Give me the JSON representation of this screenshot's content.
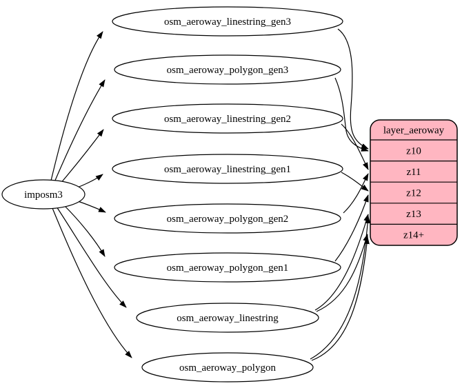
{
  "diagram": {
    "source": {
      "label": "imposm3"
    },
    "tables": [
      {
        "label": "osm_aeroway_linestring_gen3"
      },
      {
        "label": "osm_aeroway_polygon_gen3"
      },
      {
        "label": "osm_aeroway_linestring_gen2"
      },
      {
        "label": "osm_aeroway_linestring_gen1"
      },
      {
        "label": "osm_aeroway_polygon_gen2"
      },
      {
        "label": "osm_aeroway_polygon_gen1"
      },
      {
        "label": "osm_aeroway_linestring"
      },
      {
        "label": "osm_aeroway_polygon"
      }
    ],
    "layer": {
      "title": "layer_aeroway",
      "rows": [
        "z10",
        "z11",
        "z12",
        "z13",
        "z14+"
      ]
    },
    "edges": [
      {
        "from": "imposm3",
        "to": "osm_aeroway_linestring_gen3"
      },
      {
        "from": "imposm3",
        "to": "osm_aeroway_polygon_gen3"
      },
      {
        "from": "imposm3",
        "to": "osm_aeroway_linestring_gen2"
      },
      {
        "from": "imposm3",
        "to": "osm_aeroway_linestring_gen1"
      },
      {
        "from": "imposm3",
        "to": "osm_aeroway_polygon_gen2"
      },
      {
        "from": "imposm3",
        "to": "osm_aeroway_polygon_gen1"
      },
      {
        "from": "imposm3",
        "to": "osm_aeroway_linestring"
      },
      {
        "from": "imposm3",
        "to": "osm_aeroway_polygon"
      },
      {
        "from": "osm_aeroway_linestring_gen3",
        "to": "layer_aeroway:z10"
      },
      {
        "from": "osm_aeroway_polygon_gen3",
        "to": "layer_aeroway:z10"
      },
      {
        "from": "osm_aeroway_linestring_gen2",
        "to": "layer_aeroway:z11"
      },
      {
        "from": "osm_aeroway_polygon_gen2",
        "to": "layer_aeroway:z11"
      },
      {
        "from": "osm_aeroway_linestring_gen1",
        "to": "layer_aeroway:z12"
      },
      {
        "from": "osm_aeroway_polygon_gen1",
        "to": "layer_aeroway:z12"
      },
      {
        "from": "osm_aeroway_linestring",
        "to": "layer_aeroway:z13"
      },
      {
        "from": "osm_aeroway_linestring",
        "to": "layer_aeroway:z14+"
      },
      {
        "from": "osm_aeroway_polygon",
        "to": "layer_aeroway:z13"
      },
      {
        "from": "osm_aeroway_polygon",
        "to": "layer_aeroway:z14+"
      }
    ],
    "colors": {
      "layer_fill": "#ffb6c1",
      "table_fill": "#ffffff",
      "line": "#000000"
    }
  }
}
